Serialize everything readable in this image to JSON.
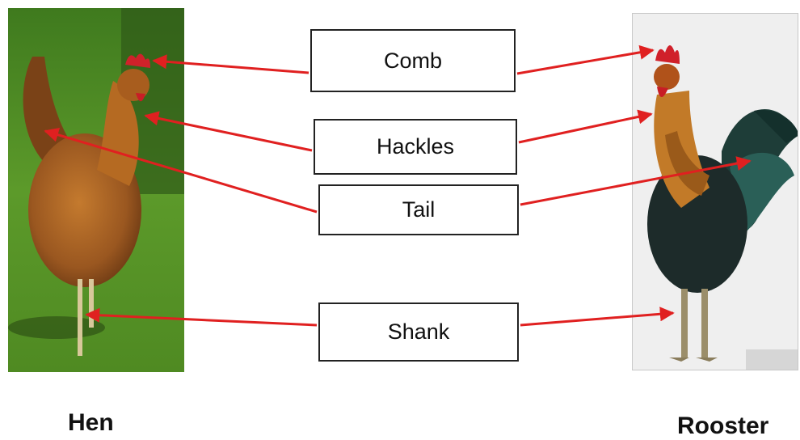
{
  "labels": {
    "comb": "Comb",
    "hackles": "Hackles",
    "tail": "Tail",
    "shank": "Shank"
  },
  "captions": {
    "hen": "Hen",
    "rooster": "Rooster"
  },
  "colors": {
    "arrow": "#e02020",
    "box_border": "#222222"
  },
  "icons": {
    "hen": "hen-photo",
    "rooster": "rooster-photo"
  }
}
